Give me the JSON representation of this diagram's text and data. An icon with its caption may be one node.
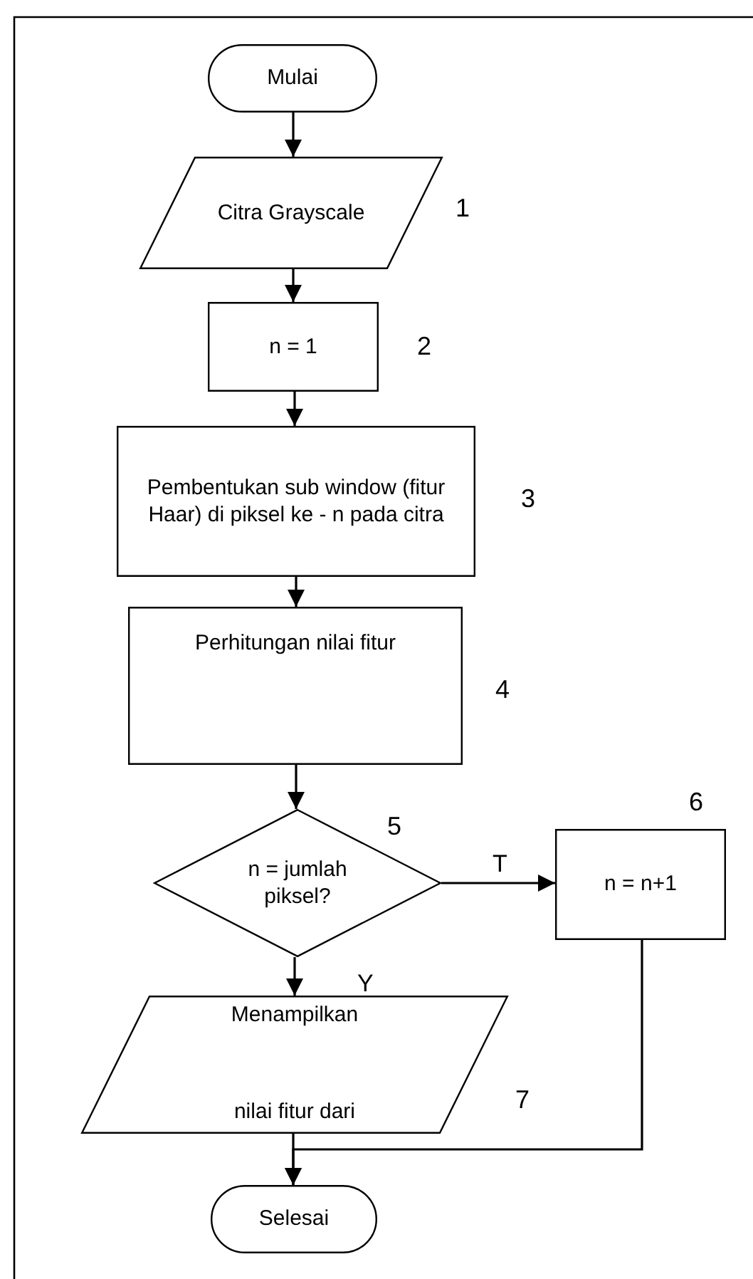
{
  "diagram": {
    "nodes": [
      {
        "text": [
          "Mulai"
        ]
      },
      {
        "text": [
          "Citra Grayscale"
        ],
        "beside": [
          "1"
        ]
      },
      {
        "text": [
          "n = 1"
        ],
        "beside": [
          "2"
        ]
      },
      {
        "text": [
          "Pembentukan sub window (fitur Haar) di piksel ke - n pada citra"
        ],
        "beside": [
          "3"
        ]
      },
      {
        "text": [
          "Perhitungan nilai fitur"
        ],
        "beside": [
          "4"
        ]
      },
      {
        "text": [
          "n = jumlah piksel?"
        ],
        "beside": [
          "5"
        ]
      },
      {
        "text": [
          "n = n+1"
        ],
        "beside": [
          "6"
        ]
      },
      {
        "text": [
          "Menampilkan",
          "nilai fitur dari"
        ],
        "beside": [
          "7"
        ]
      },
      {
        "text": [
          "Selesai"
        ]
      }
    ],
    "edges": [
      {
        "from": 0,
        "to": 1,
        "arrow": "to"
      },
      {
        "from": 1,
        "to": 2,
        "arrow": "to"
      },
      {
        "from": 2,
        "to": 3,
        "arrow": "to"
      },
      {
        "from": 3,
        "to": 4,
        "arrow": "to"
      },
      {
        "from": 4,
        "to": 5,
        "arrow": "to"
      },
      {
        "from": 5,
        "to": 6,
        "arrow": "to",
        "label": "T"
      },
      {
        "from": 5,
        "to": 7,
        "arrow": "to",
        "label": "Y"
      },
      {
        "from": 7,
        "to": 8,
        "arrow": "to"
      },
      {
        "from": 6,
        "to": 8,
        "arrow": "to"
      }
    ]
  }
}
